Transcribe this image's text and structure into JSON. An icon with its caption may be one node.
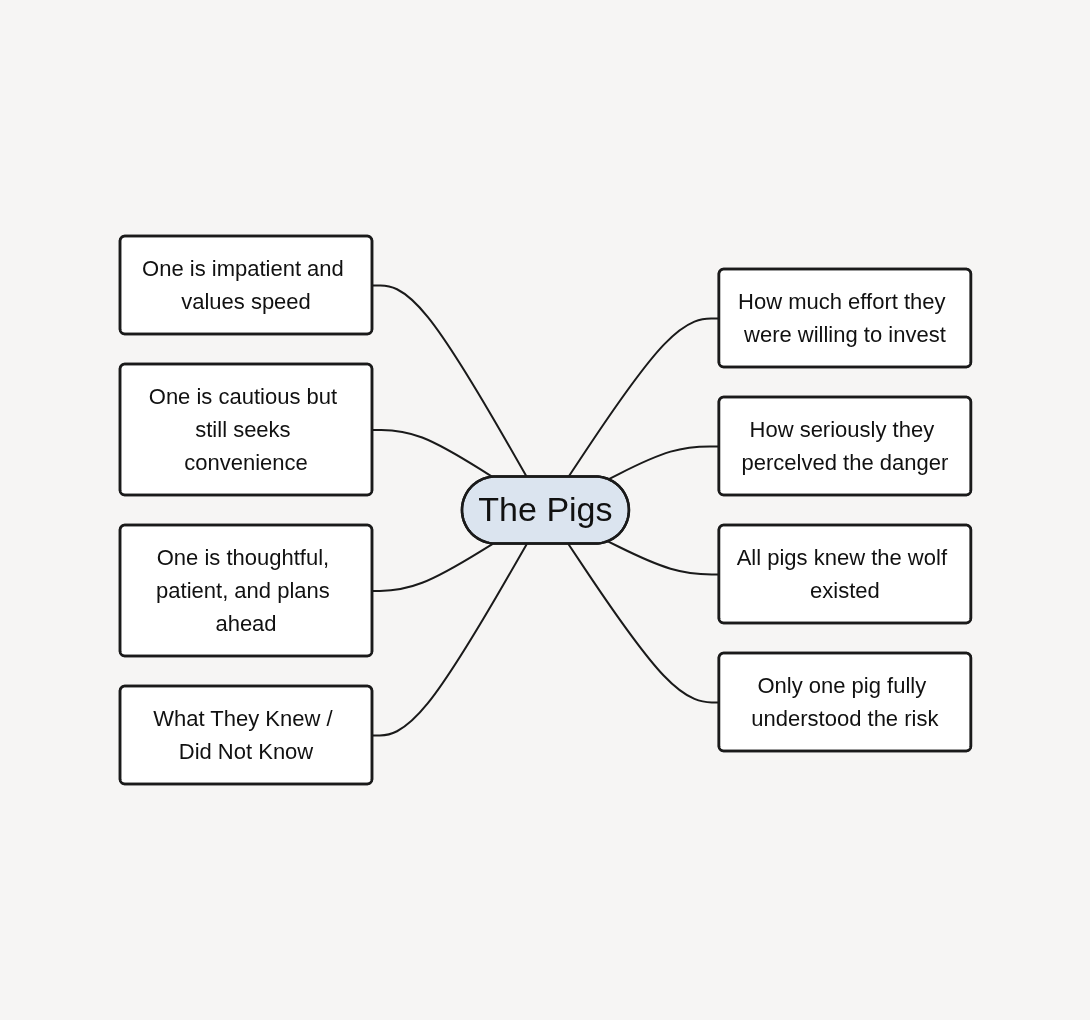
{
  "diagram": {
    "nodes": [
      {
        "text": [
          "The Pigs"
        ]
      },
      {
        "text": [
          "One is impatient and values speed"
        ]
      },
      {
        "text": [
          "One is cautious but still seeks convenience"
        ]
      },
      {
        "text": [
          "One is thoughtful, patient, and plans ahead"
        ]
      },
      {
        "text": [
          "What They Knew / Did Not Know"
        ]
      },
      {
        "text": [
          "How much effort they were willing to invest"
        ]
      },
      {
        "text": [
          "How seriously they percelved the danger"
        ]
      },
      {
        "text": [
          "All pigs knew the wolf existed"
        ]
      },
      {
        "text": [
          "Only one pig fully understood the risk"
        ]
      }
    ],
    "edges": [
      {
        "from": 1,
        "to": 0,
        "arrow": "none"
      },
      {
        "from": 2,
        "to": 0,
        "arrow": "none"
      },
      {
        "from": 3,
        "to": 0,
        "arrow": "none"
      },
      {
        "from": 4,
        "to": 0,
        "arrow": "none"
      },
      {
        "from": 0,
        "to": 5,
        "arrow": "none"
      },
      {
        "from": 0,
        "to": 6,
        "arrow": "none"
      },
      {
        "from": 0,
        "to": 7,
        "arrow": "none"
      },
      {
        "from": 0,
        "to": 8,
        "arrow": "none"
      }
    ]
  }
}
